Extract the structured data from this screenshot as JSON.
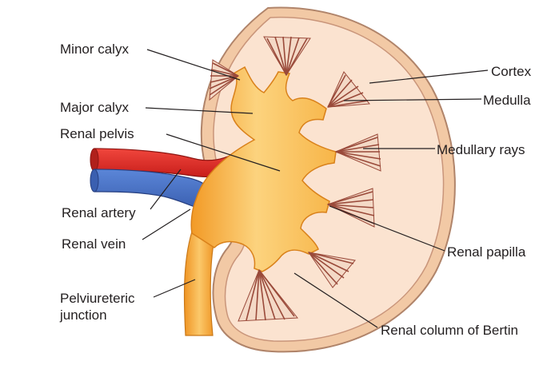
{
  "labels": {
    "minor_calyx": "Minor calyx",
    "major_calyx": "Major calyx",
    "renal_pelvis": "Renal pelvis",
    "renal_artery": "Renal artery",
    "renal_vein": "Renal vein",
    "pelviureteric_junction_line1": "Pelviureteric",
    "pelviureteric_junction_line2": "junction",
    "cortex": "Cortex",
    "medulla": "Medulla",
    "medullary_rays": "Medullary rays",
    "renal_papilla": "Renal papilla",
    "renal_column": "Renal column of Bertin"
  },
  "colors": {
    "cortex_outer": "#f2c9a5",
    "capsule_line": "#b0846a",
    "cortex_inner": "#fbe3d0",
    "pelvis": "#f7a735",
    "pelvis_highlight": "#fcd37e",
    "pyramid_fill": "#f4d9c6",
    "pyramid_stripe": "#9a4a3a",
    "artery": "#e32b24",
    "vein": "#4a74c8",
    "leader_line": "#231f20"
  }
}
